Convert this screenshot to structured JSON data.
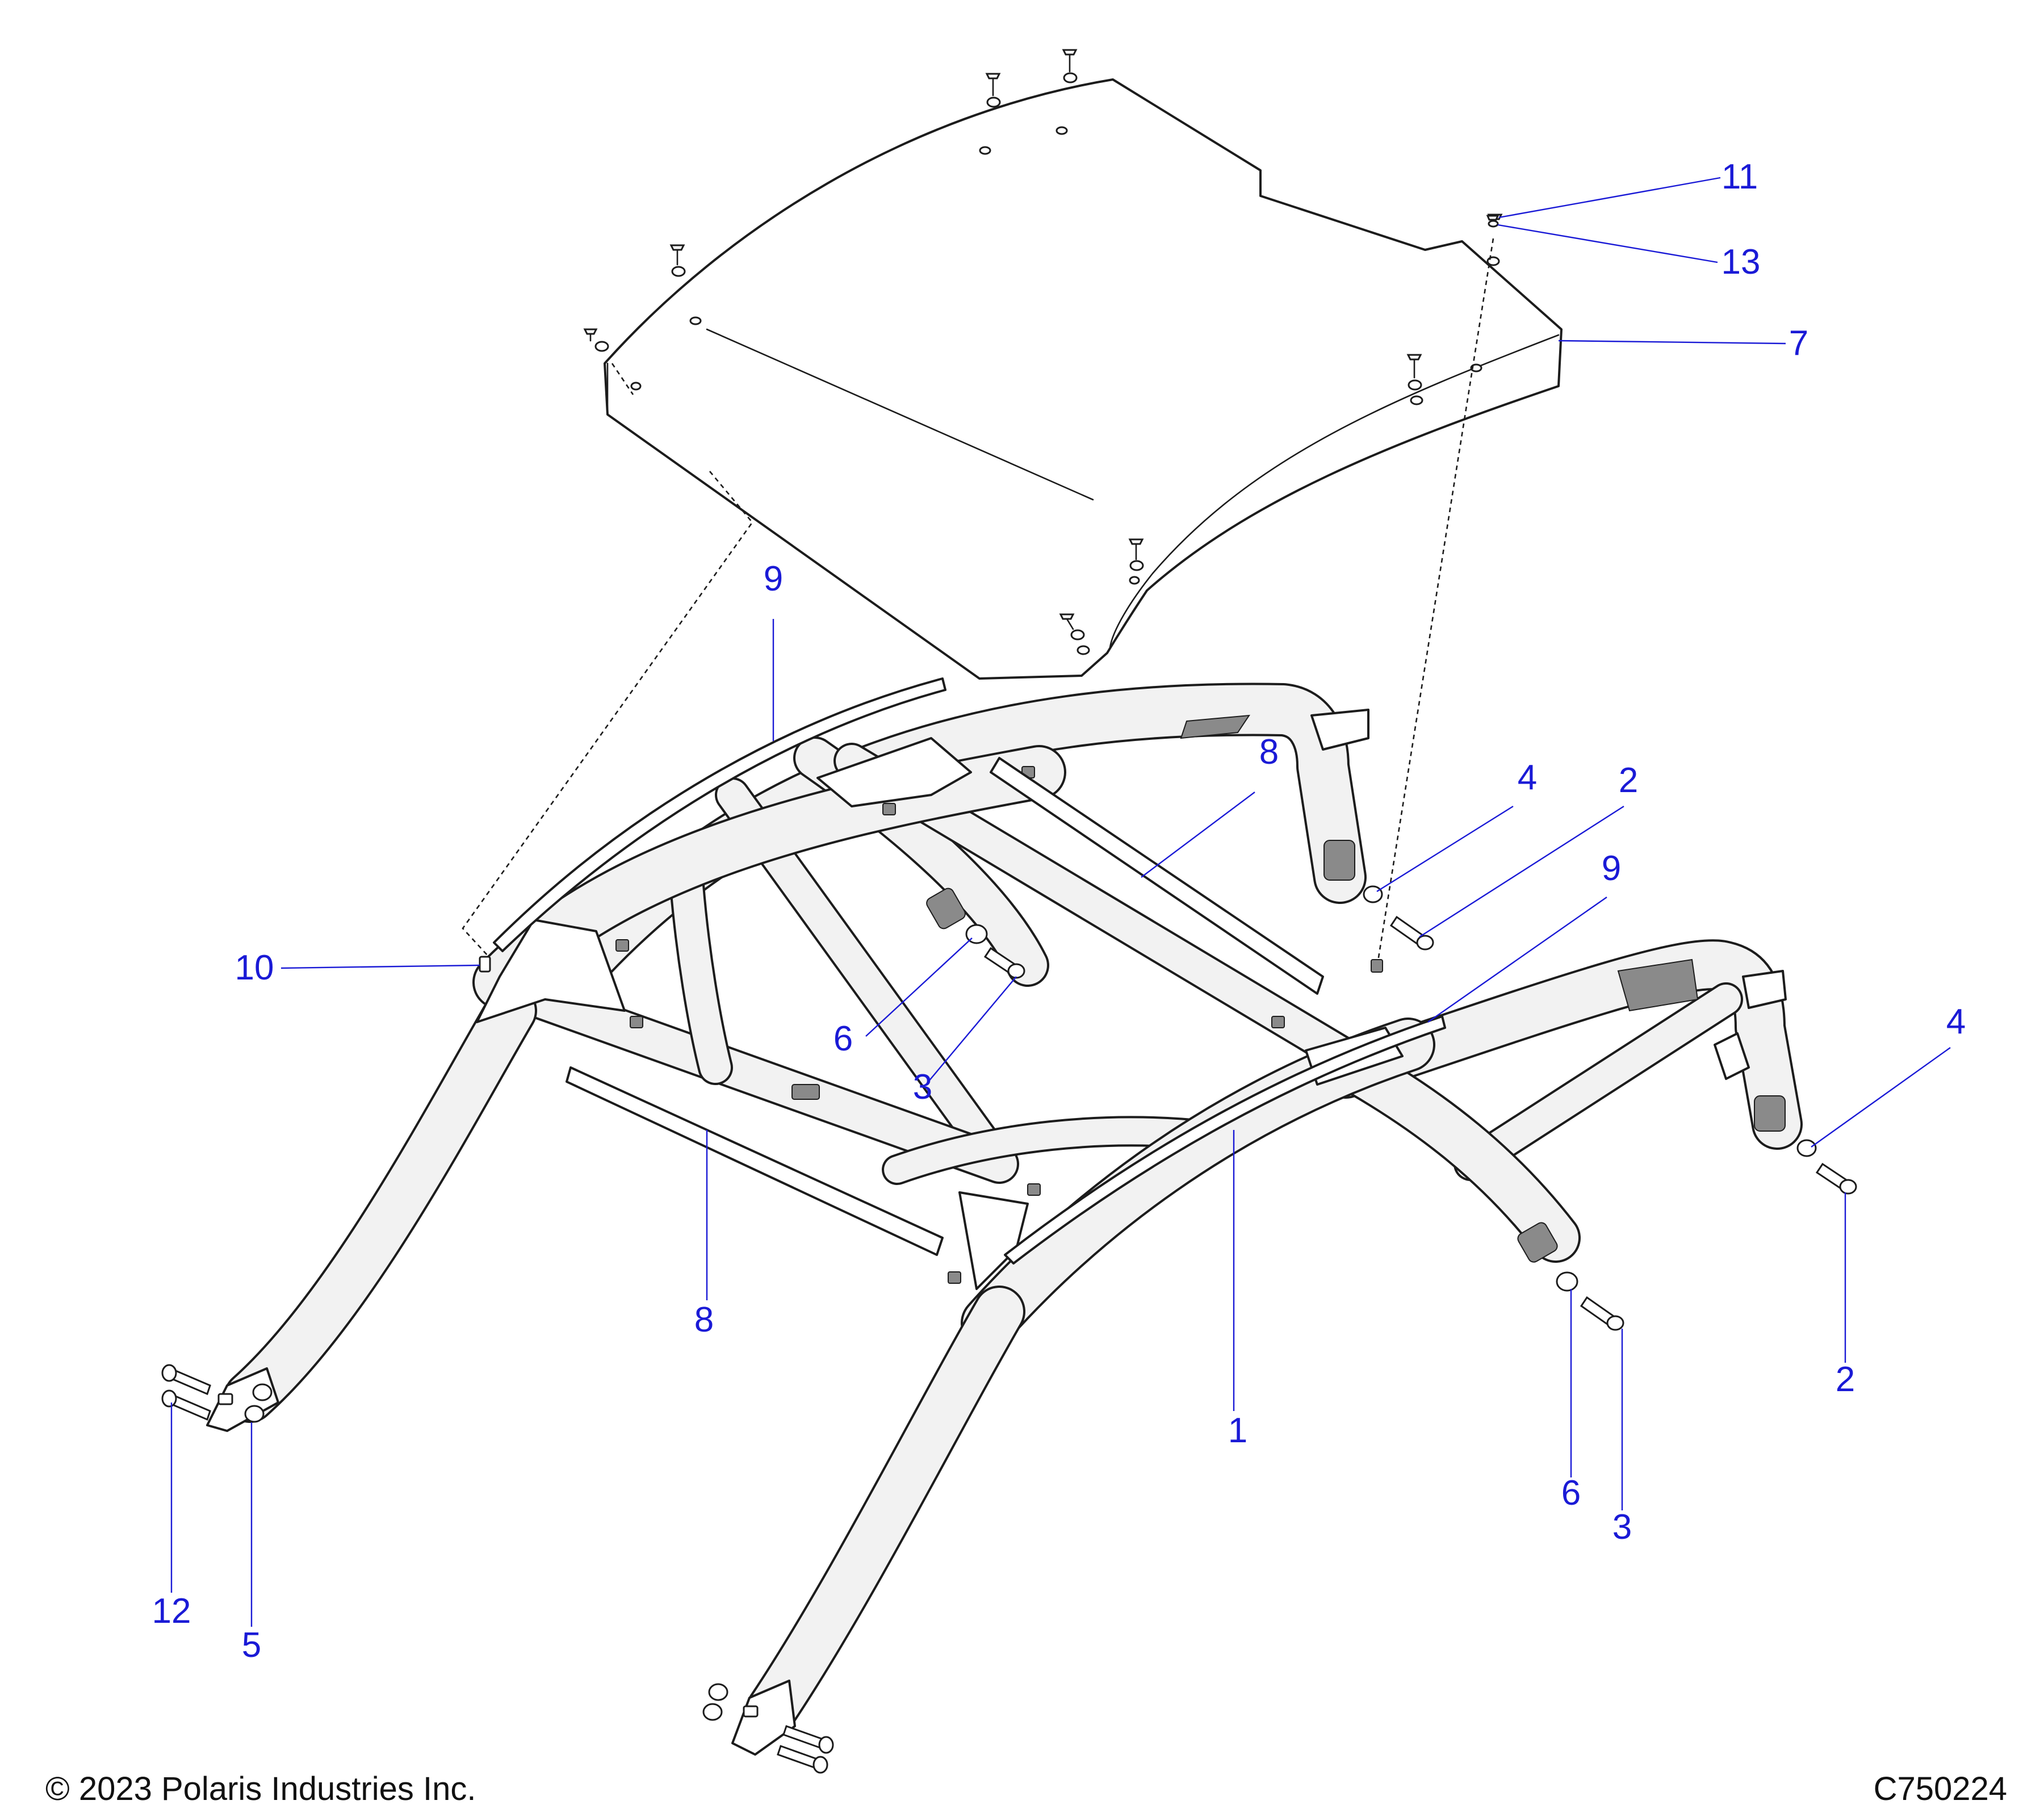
{
  "footer": {
    "copyright": "© 2023 Polaris Industries Inc.",
    "drawing_id": "C750224"
  },
  "colors": {
    "callout": "#1a1ad6",
    "line": "#1c1c1c",
    "background": "#ffffff"
  },
  "callouts": [
    {
      "id": "c11",
      "label": "11"
    },
    {
      "id": "c13",
      "label": "13"
    },
    {
      "id": "c7",
      "label": "7"
    },
    {
      "id": "c9a",
      "label": "9"
    },
    {
      "id": "c8a",
      "label": "8"
    },
    {
      "id": "c4a",
      "label": "4"
    },
    {
      "id": "c2a",
      "label": "2"
    },
    {
      "id": "c9b",
      "label": "9"
    },
    {
      "id": "c10",
      "label": "10"
    },
    {
      "id": "c6a",
      "label": "6"
    },
    {
      "id": "c3a",
      "label": "3"
    },
    {
      "id": "c4b",
      "label": "4"
    },
    {
      "id": "c8b",
      "label": "8"
    },
    {
      "id": "c1",
      "label": "1"
    },
    {
      "id": "c2b",
      "label": "2"
    },
    {
      "id": "c6b",
      "label": "6"
    },
    {
      "id": "c3b",
      "label": "3"
    },
    {
      "id": "c12",
      "label": "12"
    },
    {
      "id": "c5",
      "label": "5"
    }
  ]
}
